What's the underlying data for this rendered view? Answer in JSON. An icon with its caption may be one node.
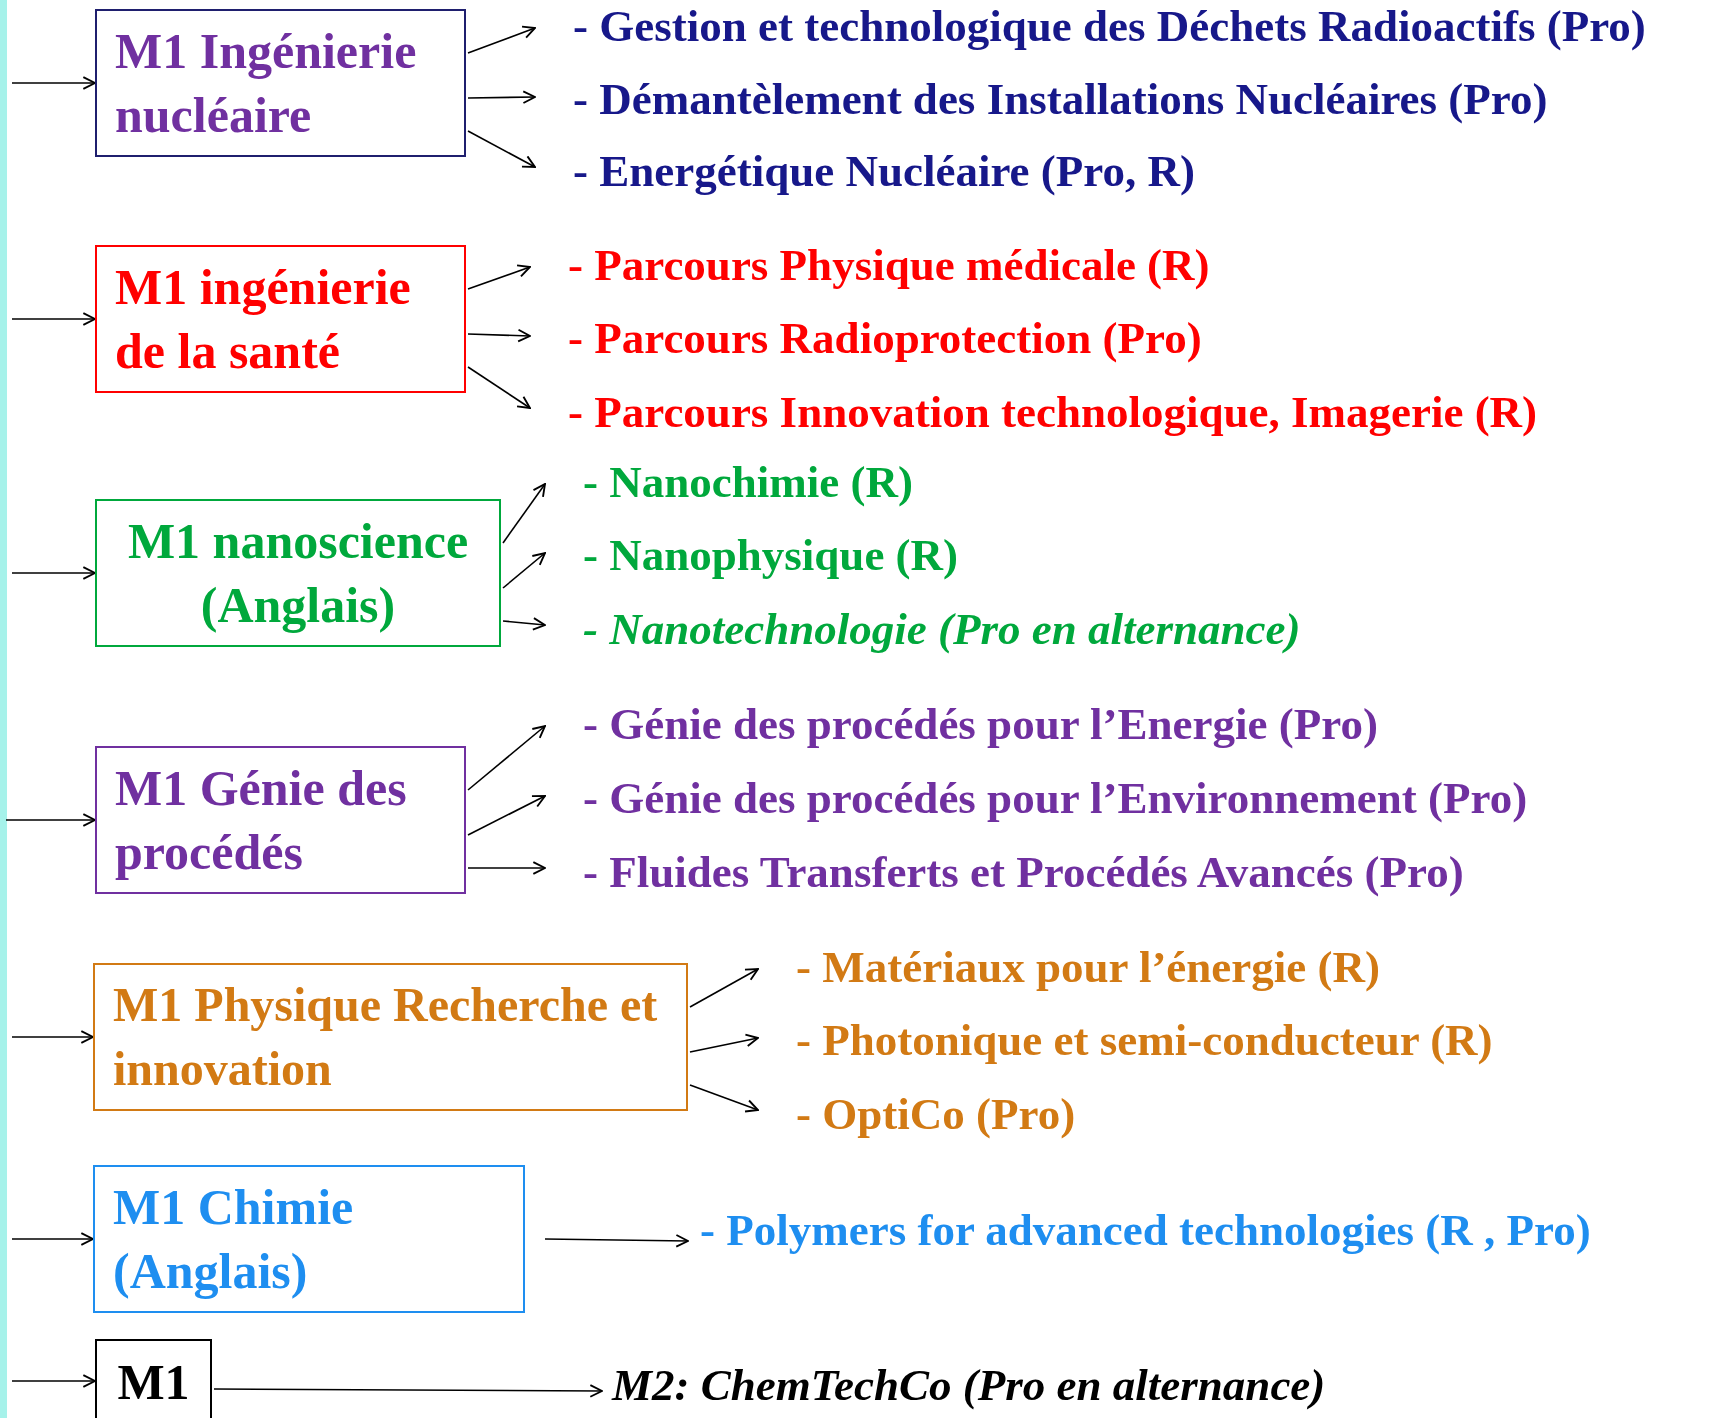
{
  "diagram": {
    "nodes": [
      {
        "text": [
          "M1 Ingénierie nucléaire"
        ]
      },
      {
        "text": [
          "- Gestion et technologique des Déchets Radioactifs (Pro)"
        ]
      },
      {
        "text": [
          "- Démantèlement des Installations Nucléaires (Pro)"
        ]
      },
      {
        "text": [
          "- Energétique Nucléaire (Pro, R)"
        ]
      },
      {
        "text": [
          "M1 ingénierie de la santé"
        ]
      },
      {
        "text": [
          "- Parcours Physique médicale (R)"
        ]
      },
      {
        "text": [
          "- Parcours Radioprotection (Pro)"
        ]
      },
      {
        "text": [
          "- Parcours Innovation technologique, Imagerie (R)"
        ]
      },
      {
        "text": [
          "M1 nanoscience (Anglais)"
        ]
      },
      {
        "text": [
          "- Nanochimie (R)"
        ]
      },
      {
        "text": [
          "- Nanophysique (R)"
        ]
      },
      {
        "text": [
          "- Nanotechnologie (Pro en alternance)"
        ]
      },
      {
        "text": [
          "M1 Génie des procédés"
        ]
      },
      {
        "text": [
          "- Génie des procédés pour l’Energie (Pro)"
        ]
      },
      {
        "text": [
          "- Génie des procédés pour l’Environnement (Pro)"
        ]
      },
      {
        "text": [
          "- Fluides Transferts et Procédés Avancés (Pro)"
        ]
      },
      {
        "text": [
          "M1 Physique Recherche et innovation"
        ]
      },
      {
        "text": [
          "- Matériaux pour l’énergie (R)"
        ]
      },
      {
        "text": [
          "- Photonique et semi-conducteur  (R)"
        ]
      },
      {
        "text": [
          "- OptiCo  (Pro)"
        ]
      },
      {
        "text": [
          "M1 Chimie (Anglais)"
        ]
      },
      {
        "text": [
          "- Polymers for advanced technologies (R , Pro)"
        ]
      },
      {
        "text": [
          "M1"
        ]
      },
      {
        "text": [
          "M2: ChemTechCo (Pro en alternance)"
        ]
      }
    ],
    "edges": [
      {
        "from": null,
        "to": 0,
        "arrow": "to"
      },
      {
        "from": 0,
        "to": 1,
        "arrow": "to"
      },
      {
        "from": 0,
        "to": 2,
        "arrow": "to"
      },
      {
        "from": 0,
        "to": 3,
        "arrow": "to"
      },
      {
        "from": null,
        "to": 4,
        "arrow": "to"
      },
      {
        "from": 4,
        "to": 5,
        "arrow": "to"
      },
      {
        "from": 4,
        "to": 6,
        "arrow": "to"
      },
      {
        "from": 4,
        "to": 7,
        "arrow": "to"
      },
      {
        "from": null,
        "to": 8,
        "arrow": "to"
      },
      {
        "from": 8,
        "to": 9,
        "arrow": "to"
      },
      {
        "from": 8,
        "to": 10,
        "arrow": "to"
      },
      {
        "from": 8,
        "to": 11,
        "arrow": "to"
      },
      {
        "from": null,
        "to": 12,
        "arrow": "to"
      },
      {
        "from": 12,
        "to": 13,
        "arrow": "to"
      },
      {
        "from": 12,
        "to": 14,
        "arrow": "to"
      },
      {
        "from": 12,
        "to": 15,
        "arrow": "to"
      },
      {
        "from": null,
        "to": 16,
        "arrow": "to"
      },
      {
        "from": 16,
        "to": 17,
        "arrow": "to"
      },
      {
        "from": 16,
        "to": 18,
        "arrow": "to"
      },
      {
        "from": 16,
        "to": 19,
        "arrow": "to"
      },
      {
        "from": null,
        "to": 20,
        "arrow": "to"
      },
      {
        "from": 20,
        "to": 21,
        "arrow": "to"
      },
      {
        "from": null,
        "to": 22,
        "arrow": "to"
      },
      {
        "from": 22,
        "to": 23,
        "arrow": "to"
      }
    ]
  }
}
